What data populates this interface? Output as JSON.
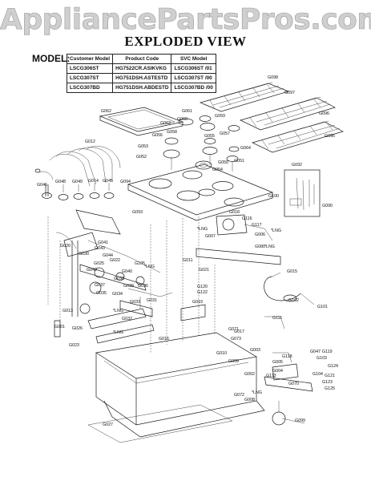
{
  "watermark": "AppliancePartsPros.com",
  "title": "EXPLODED VIEW",
  "model_label": "MODEL:",
  "model_table": {
    "headers": [
      "Customer Model",
      "Product Code",
      "SVC Model"
    ],
    "rows": [
      [
        "LSCG306ST",
        "HG7522CR.ASIKVKG",
        "LSCG306ST /01"
      ],
      [
        "LSCG307ST",
        "HG751DSH.ASTESTD",
        "LSCG307ST /00"
      ],
      [
        "LSCG307BD",
        "HG751DSH.ABDESTD",
        "LSCG307BD /00"
      ]
    ]
  },
  "labels": [
    {
      "t": "G098"
    },
    {
      "t": "G097"
    },
    {
      "t": "G096"
    },
    {
      "t": "G095"
    },
    {
      "t": "G062"
    },
    {
      "t": "G061"
    },
    {
      "t": "G060"
    },
    {
      "t": "G059"
    },
    {
      "t": "G058"
    },
    {
      "t": "G055"
    },
    {
      "t": "G056"
    },
    {
      "t": "G057"
    },
    {
      "t": "G063"
    },
    {
      "t": "G054"
    },
    {
      "t": "G064"
    },
    {
      "t": "G053"
    },
    {
      "t": "G052"
    },
    {
      "t": "G051"
    },
    {
      "t": "G050"
    },
    {
      "t": "G092"
    },
    {
      "t": "G094"
    },
    {
      "t": "G093"
    },
    {
      "t": "G100"
    },
    {
      "t": "G090"
    },
    {
      "t": "G012"
    },
    {
      "t": "G046"
    },
    {
      "t": "G048"
    },
    {
      "t": "G049"
    },
    {
      "t": "G014"
    },
    {
      "t": "G045"
    },
    {
      "t": "G020"
    },
    {
      "t": "G030"
    },
    {
      "t": "G042"
    },
    {
      "t": "G043"
    },
    {
      "t": "G044"
    },
    {
      "t": "G041"
    },
    {
      "t": "G025"
    },
    {
      "t": "G022"
    },
    {
      "t": "G040"
    },
    {
      "t": "G105"
    },
    {
      "t": "G039"
    },
    {
      "t": "G038"
    },
    {
      "t": "G037"
    },
    {
      "t": "G035"
    },
    {
      "t": "G036"
    },
    {
      "t": "G034"
    },
    {
      "t": "G033"
    },
    {
      "t": "G031"
    },
    {
      "t": "G032"
    },
    {
      "t": "G013"
    },
    {
      "t": "G001"
    },
    {
      "t": "G023"
    },
    {
      "t": "G026"
    },
    {
      "t": "G018"
    },
    {
      "t": "G116"
    },
    {
      "t": "G117"
    },
    {
      "t": "G006"
    },
    {
      "t": "G080"
    },
    {
      "t": "G007"
    },
    {
      "t": "G021"
    },
    {
      "t": "G011"
    },
    {
      "t": "G120"
    },
    {
      "t": "G122"
    },
    {
      "t": "G019"
    },
    {
      "t": "G015"
    },
    {
      "t": "G016"
    },
    {
      "t": "G017"
    },
    {
      "t": "G073"
    },
    {
      "t": "G071"
    },
    {
      "t": "G010"
    },
    {
      "t": "G009"
    },
    {
      "t": "G003"
    },
    {
      "t": "G002"
    },
    {
      "t": "G005"
    },
    {
      "t": "G004"
    },
    {
      "t": "G008"
    },
    {
      "t": "G047"
    },
    {
      "t": "G070"
    },
    {
      "t": "G125"
    },
    {
      "t": "G123"
    },
    {
      "t": "G118"
    },
    {
      "t": "G113"
    },
    {
      "t": "G124"
    },
    {
      "t": "G121"
    },
    {
      "t": "G119"
    },
    {
      "t": "G072"
    },
    {
      "t": "G103"
    },
    {
      "t": "G104"
    },
    {
      "t": "G101"
    },
    {
      "t": "G102"
    },
    {
      "t": "G099"
    },
    {
      "t": "G111"
    },
    {
      "t": "G027"
    },
    {
      "t": "*LNG"
    },
    {
      "t": "*LNG"
    },
    {
      "t": "*LNG"
    },
    {
      "t": "*LNG"
    },
    {
      "t": "*LNG"
    },
    {
      "t": "*LNG"
    },
    {
      "t": "*LNG"
    }
  ]
}
